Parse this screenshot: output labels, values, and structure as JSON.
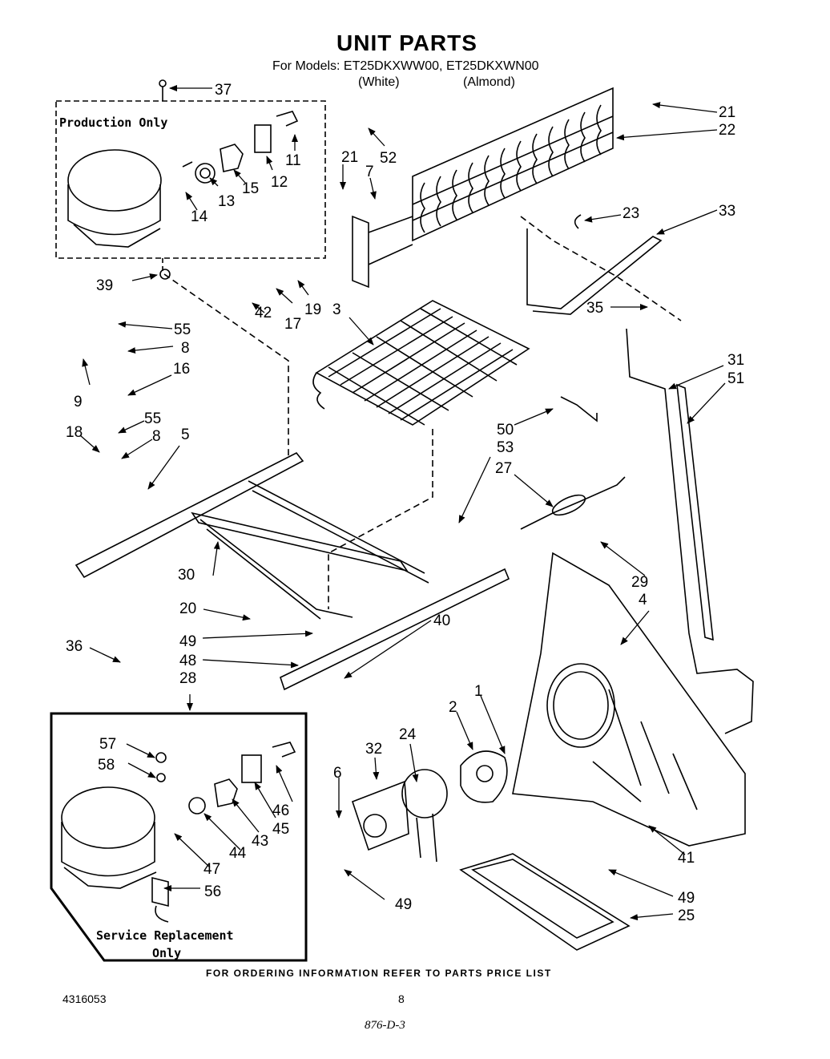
{
  "header": {
    "title": "UNIT PARTS",
    "models_line": "For Models: ET25DKXWW00, ET25DKXWN00",
    "color_white": "(White)",
    "color_almond": "(Almond)"
  },
  "boxes": {
    "production_only": "Production Only",
    "service_line1": "Service Replacement",
    "service_line2": "Only"
  },
  "callouts": [
    "37",
    "21",
    "22",
    "52",
    "21",
    "7",
    "23",
    "33",
    "11",
    "15",
    "12",
    "13",
    "14",
    "39",
    "17",
    "19",
    "42",
    "3",
    "35",
    "55",
    "8",
    "9",
    "16",
    "31",
    "51",
    "55",
    "18",
    "8",
    "5",
    "50",
    "53",
    "27",
    "29",
    "4",
    "30",
    "20",
    "49",
    "40",
    "36",
    "48",
    "28",
    "1",
    "2",
    "24",
    "32",
    "6",
    "57",
    "58",
    "46",
    "45",
    "43",
    "44",
    "47",
    "56",
    "41",
    "49",
    "25",
    "49"
  ],
  "footer": {
    "ordering_info": "FOR ORDERING INFORMATION REFER TO PARTS PRICE LIST",
    "document_number": "4316053",
    "page_number": "8",
    "handwritten_note": "876-D-3"
  }
}
